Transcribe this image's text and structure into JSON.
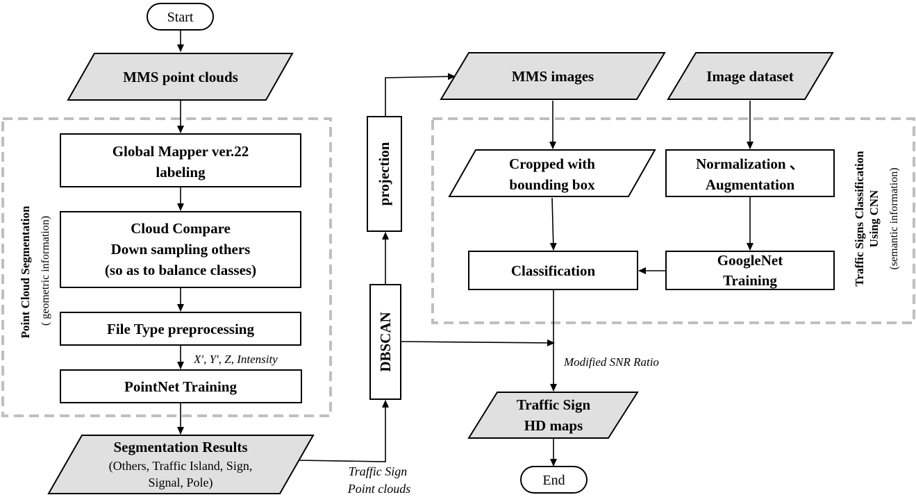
{
  "nodes": {
    "start": "Start",
    "mms_point_clouds": "MMS point clouds",
    "global_mapper": [
      "Global Mapper ver.22",
      "labeling"
    ],
    "cloud_compare": [
      "Cloud Compare",
      "Down sampling others",
      "(so as to balance classes)"
    ],
    "file_type": "File Type preprocessing",
    "pointnet": "PointNet Training",
    "segmentation_results": {
      "title": "Segmentation Results",
      "lines": [
        "(Others, Traffic Island, Sign,",
        "Signal, Pole)"
      ]
    },
    "dbscan": "DBSCAN",
    "projection": "projection",
    "mms_images": "MMS images",
    "image_dataset": "Image dataset",
    "cropped": [
      "Cropped with",
      "bounding box"
    ],
    "normalization": [
      "Normalization 、",
      "Augmentation"
    ],
    "classification": "Classification",
    "googlenet": [
      "GoogleNet",
      "Training"
    ],
    "traffic_sign_hd": [
      "Traffic Sign",
      "HD maps"
    ],
    "end": "End"
  },
  "groups": {
    "left": {
      "title": "Point Cloud Segmentation",
      "subtitle": "( geometric information)"
    },
    "right": {
      "title_lines": [
        "Traffic Signs Classification",
        "Using CNN"
      ],
      "subtitle": "(semantic information)"
    }
  },
  "edge_labels": {
    "features": "X′, Y′, Z, Intensity",
    "snr": "Modified SNR Ratio",
    "traffic_sign_points": [
      "Traffic Sign",
      "Point clouds"
    ]
  }
}
